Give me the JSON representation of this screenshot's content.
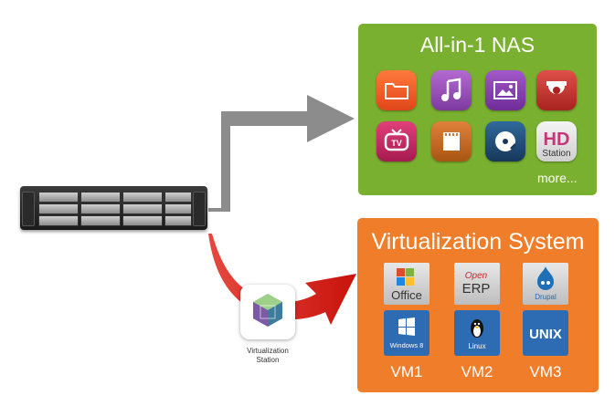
{
  "nas_panel": {
    "title": "All-in-1 NAS",
    "more_label": "more...",
    "apps": [
      {
        "icon": "folder-icon",
        "color": "#f15a24"
      },
      {
        "icon": "music-note-icon",
        "color": "#9b4db5"
      },
      {
        "icon": "photo-icon",
        "color": "#8e44ad"
      },
      {
        "icon": "surveillance-camera-icon",
        "color": "#c0392b"
      },
      {
        "icon": "tv-icon",
        "color": "#c2185b"
      },
      {
        "icon": "notepad-icon",
        "color": "#c7601a"
      },
      {
        "icon": "disc-player-icon",
        "color": "#1f4f7a"
      },
      {
        "icon": "hd-station-icon",
        "color": "#e8e8e8"
      }
    ],
    "hd_label_top": "HD",
    "hd_label_bottom": "Station",
    "tv_label": "TV"
  },
  "virtualization_panel": {
    "title": "Virtualization System",
    "top_apps": [
      {
        "icon": "office-icon",
        "label": "Office"
      },
      {
        "icon": "erp-icon",
        "label_top": "Open",
        "label": "ERP"
      },
      {
        "icon": "drupal-icon",
        "label": "Drupal"
      }
    ],
    "os_tiles": [
      {
        "icon": "windows-icon",
        "label": "Windows 8"
      },
      {
        "icon": "linux-penguin-icon",
        "label": "Linux"
      },
      {
        "icon": "unix-icon",
        "label": "UNIX"
      }
    ],
    "vm_labels": [
      "VM1",
      "VM2",
      "VM3"
    ]
  },
  "virtualization_station": {
    "label_line1": "Virtualization",
    "label_line2": "Station"
  },
  "colors": {
    "green_panel": "#7ab02f",
    "orange_panel": "#ef7d2a",
    "gray_arrow": "#8c8c8c",
    "red_arrow": "#d9261c"
  }
}
